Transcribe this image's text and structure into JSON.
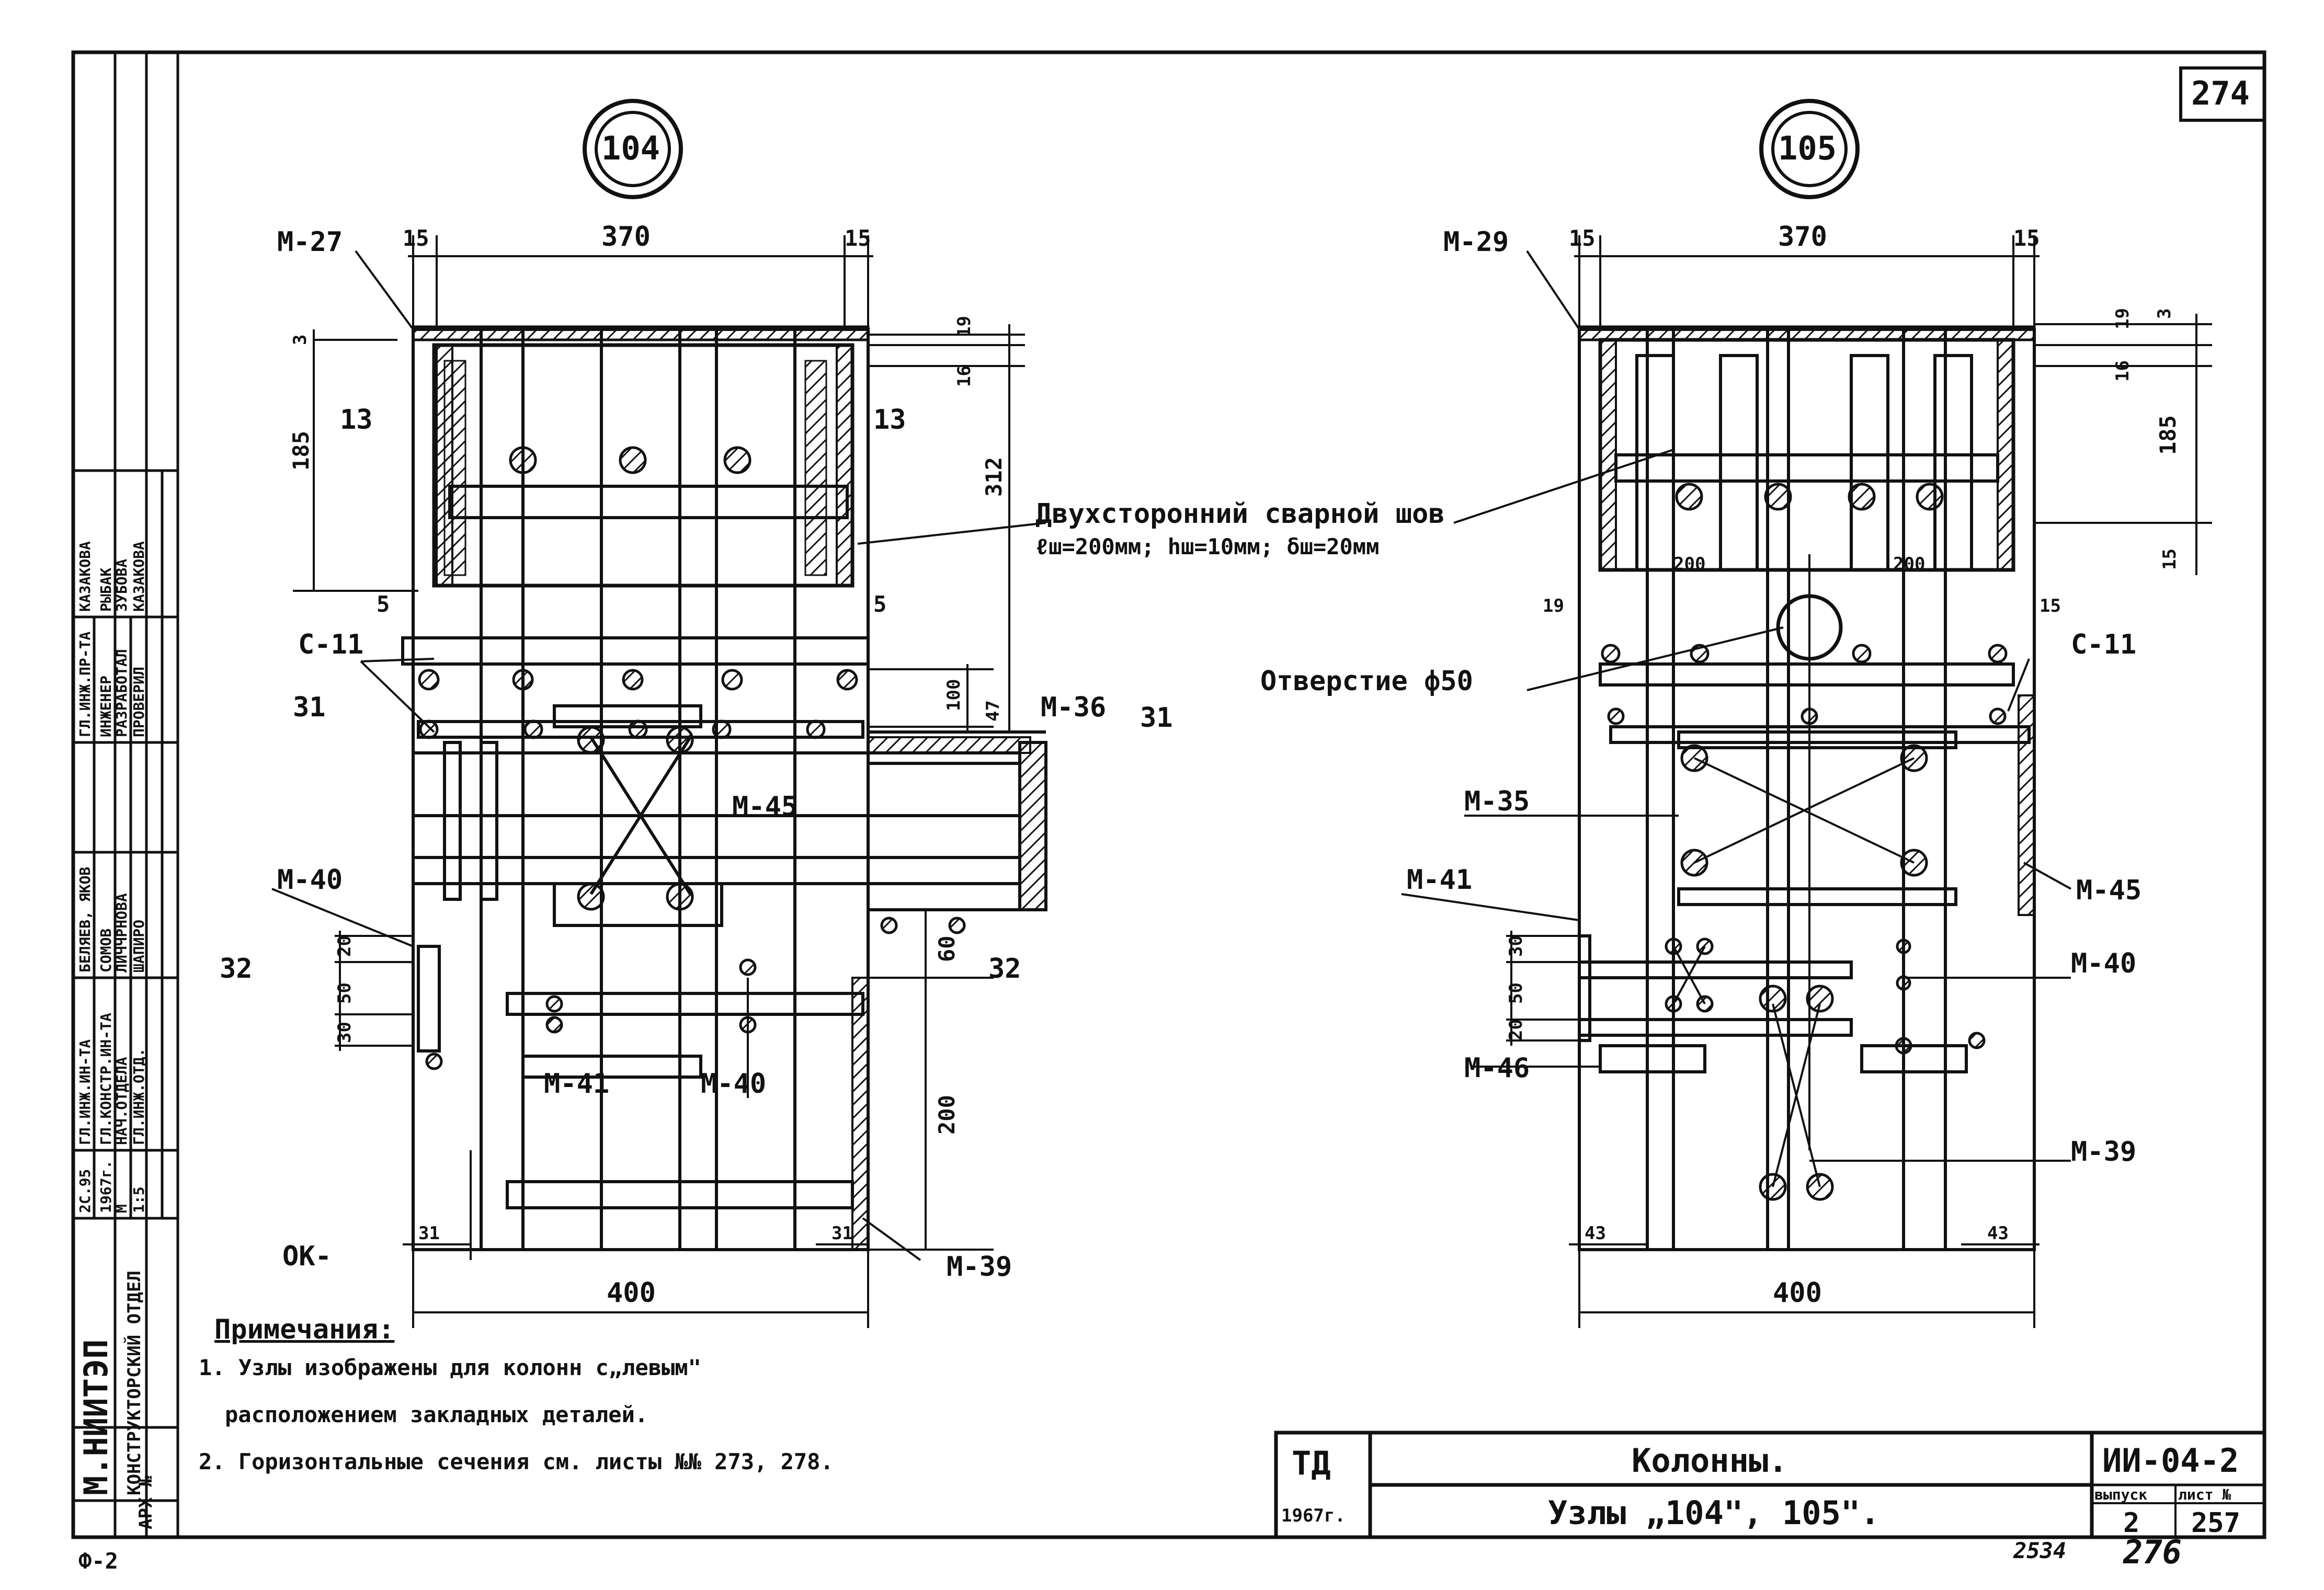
{
  "sheet": {
    "page_number": "274",
    "footer_left": "Ф-2",
    "footer_code": "2534",
    "footer_page": "276"
  },
  "stamp": {
    "org": "М.НИИТЭП",
    "department": "КОНСТРУКТОРСКИЙ ОТДЕЛ",
    "date_top": "2С.95",
    "year": "1967г.",
    "m_label": "М",
    "scale": "1:5",
    "arh": "АРХ №",
    "roles": [
      "ГЛ.ИНЖ.ИН-ТА",
      "ГЛ.КОНСТР.ИН-ТА",
      "НАЧ.ОТДЕЛА",
      "ГЛ.ИНЖ.ОТД."
    ],
    "role_names": [
      "БЕЛЯЕВ, ЯКОВ",
      "СОМОВ",
      "ЛИЧЧРНОВА",
      "ШАПИРО"
    ],
    "roles2": [
      "ГЛ.ИНЖ.ПР-ТА",
      "ИНЖЕНЕР",
      "РАЗРАБОТАЛ",
      "ПРОВЕРИЛ"
    ],
    "names2": [
      "КАЗАКОВА",
      "РЫБАК",
      "ЗУБОВА",
      "КАЗАКОВА"
    ]
  },
  "node104": {
    "id": "104",
    "labels": {
      "m27": "М-27",
      "c11": "С-11",
      "m36": "М-36",
      "m45": "М-45",
      "m40a": "М-40",
      "m41": "М-41",
      "m40b": "М-40",
      "ok": "ОК-",
      "m39": "М-39",
      "s13a": "13",
      "s13b": "13",
      "s31a": "31",
      "s31b": "31",
      "s32a": "32",
      "s32b": "32"
    },
    "dims": {
      "d15a": "15",
      "d370": "370",
      "d15b": "15",
      "d19": "19",
      "d16": "16",
      "d3": "3",
      "d185": "185",
      "d312": "312",
      "d5a": "5",
      "d5b": "5",
      "d100": "100",
      "d47": "47",
      "d60": "60",
      "d200": "200",
      "d20": "20",
      "d50": "50",
      "d30": "30",
      "d31a": "31",
      "d31b": "31",
      "d400": "400"
    }
  },
  "node105": {
    "id": "105",
    "labels": {
      "m29": "М-29",
      "c11": "С-11",
      "m35": "М-35",
      "m45": "М-45",
      "m41": "М-41",
      "m40": "М-40",
      "m46": "М-46",
      "m39": "М-39"
    },
    "dims": {
      "d15a": "15",
      "d370": "370",
      "d15b": "15",
      "d19": "19",
      "d3": "3",
      "d16": "16",
      "d185": "185",
      "d15c": "15",
      "d200a": "200",
      "d200b": "200",
      "d19b": "19",
      "d15d": "15",
      "d30": "30",
      "d50": "50",
      "d20": "20",
      "d43a": "43",
      "d43b": "43",
      "d400": "400"
    }
  },
  "callouts": {
    "weld_title": "Двухсторонний сварной шов",
    "weld_params": "ℓш=200мм; hш=10мм; δш=20мм",
    "hole": "Отверстие ф50"
  },
  "notes": {
    "title": "Примечания:",
    "items": [
      "1. Узлы изображены для колонн с„левым\"",
      "расположением закладных деталей.",
      "2. Горизонтальные сечения см. листы №№ 273, 278."
    ]
  },
  "titleblock": {
    "org": "ТД",
    "year": "1967г.",
    "title": "Колонны.",
    "subtitle": "Узлы „104\", 105\".",
    "code": "ИИ-04-2",
    "vypusk_label": "выпуск",
    "list_label": "лист №",
    "vypusk": "2",
    "list": "257"
  }
}
